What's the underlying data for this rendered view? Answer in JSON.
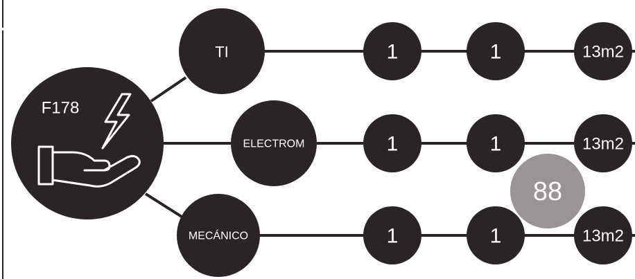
{
  "colors": {
    "node_fill": "#2a2426",
    "line": "#2a2426",
    "text": "#ffffff",
    "badge_fill": "#9a9496",
    "icon_stroke": "#ffffff"
  },
  "hub": {
    "label": "F178",
    "icon": "hand-with-lightning-icon"
  },
  "branches": [
    {
      "label": "TI",
      "steps": [
        "1",
        "1"
      ],
      "end": "13m2"
    },
    {
      "label": "ELECTROM",
      "steps": [
        "1",
        "1"
      ],
      "end": "13m2"
    },
    {
      "label": "MECÁNICO",
      "steps": [
        "1",
        "1"
      ],
      "end": "13m2"
    }
  ],
  "badge": {
    "value": "88"
  }
}
